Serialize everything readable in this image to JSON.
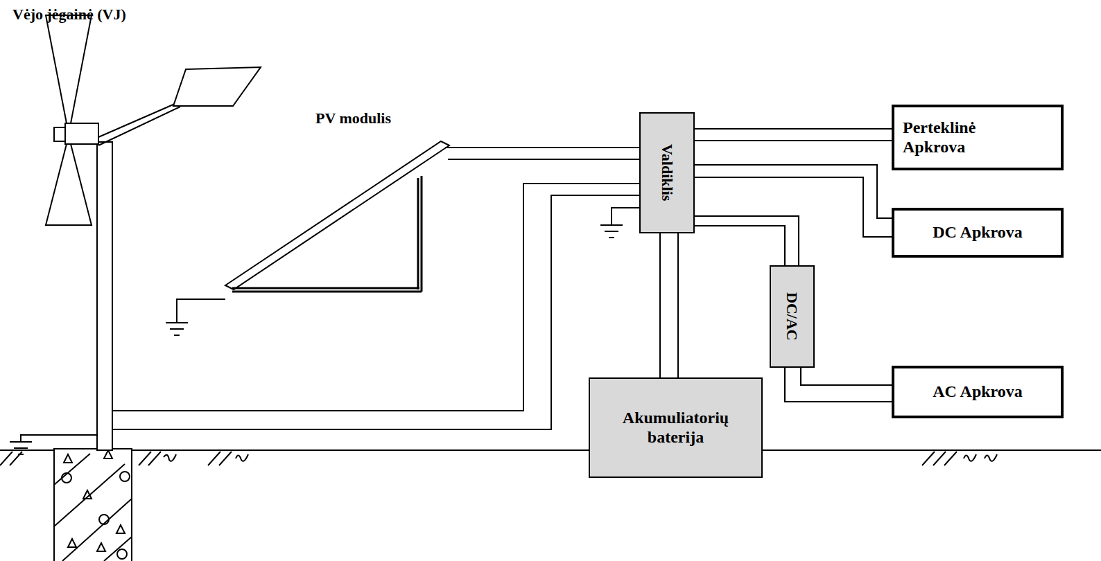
{
  "diagram": {
    "nodes": [
      {
        "text": [
          "Valdiklis"
        ]
      },
      {
        "text": [
          "Perteklinė Apkrova"
        ]
      },
      {
        "text": [
          "DC Apkrova"
        ]
      },
      {
        "text": [
          "DC/AC"
        ]
      },
      {
        "text": [
          "AC Apkrova"
        ]
      },
      {
        "text": [
          "Akumuliatorių baterija"
        ]
      }
    ],
    "edges": [
      {
        "from": 0,
        "to": 1,
        "arrow": "none"
      },
      {
        "from": 0,
        "to": 2,
        "arrow": "none"
      },
      {
        "from": 0,
        "to": 3,
        "arrow": "none"
      },
      {
        "from": 3,
        "to": 4,
        "arrow": "none"
      },
      {
        "from": 0,
        "to": 5,
        "arrow": "none"
      }
    ],
    "labels": [
      "Vėjo jėgainė (VJ)",
      "PV modulis"
    ]
  }
}
